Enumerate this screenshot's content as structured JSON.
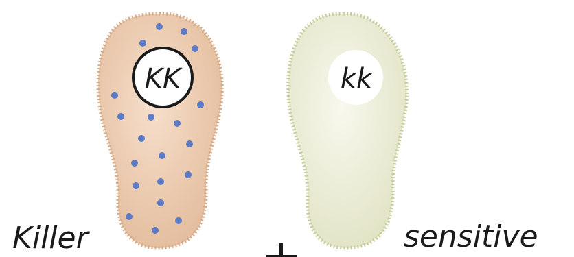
{
  "cells": [
    {
      "label": "Killer",
      "genotype": "KK",
      "fill": "#ecc9ad",
      "edge": "#d8b08e",
      "particle_color": "#5c7bc4",
      "nucleus_ring": "#1a1a1a"
    },
    {
      "label": "sensitive",
      "genotype": "kk",
      "fill": "#ebeccf",
      "edge": "#c6cba0"
    }
  ],
  "operator": "+"
}
